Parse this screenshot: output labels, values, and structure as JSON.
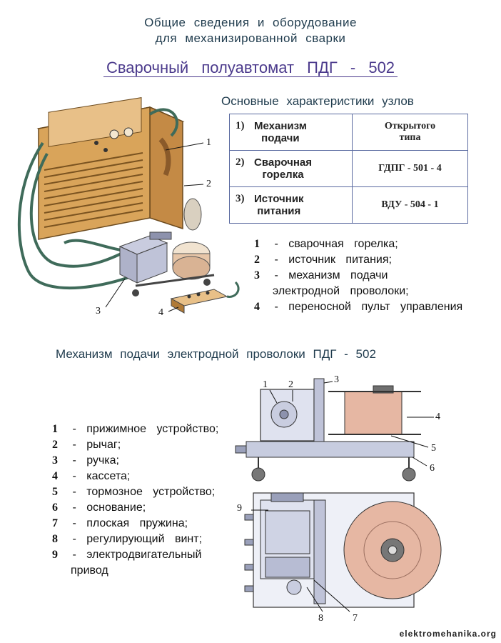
{
  "header": {
    "line1": "Общие сведения и оборудование",
    "line2": "для механизированной сварки",
    "title": "Сварочный полуавтомат ПДГ - 502"
  },
  "specs": {
    "heading": "Основные характеристики узлов",
    "rows": [
      {
        "num": "1)",
        "name_line1": "Механизм",
        "name_line2": "подачи",
        "value_line1": "Открытого",
        "value_line2": "типа"
      },
      {
        "num": "2)",
        "name_line1": "Сварочная",
        "name_line2": "горелка",
        "value_line1": "ГДПГ - 501 - 4",
        "value_line2": ""
      },
      {
        "num": "3)",
        "name_line1": "Источник",
        "name_line2": "питания",
        "value_line1": "ВДУ - 504 - 1",
        "value_line2": ""
      }
    ]
  },
  "legend1": [
    {
      "n": "1",
      "text": "- сварочная горелка;"
    },
    {
      "n": "2",
      "text": "- источник питания;"
    },
    {
      "n": "3",
      "text": "- механизм подачи"
    },
    {
      "n": "",
      "text": "электродной проволоки;"
    },
    {
      "n": "4",
      "text": "- переносной пульт управления"
    }
  ],
  "callouts1": [
    "1",
    "2",
    "3",
    "4"
  ],
  "section2": {
    "heading": "Механизм подачи электродной проволоки ПДГ - 502"
  },
  "legend2": [
    {
      "n": "1",
      "text": "- прижимное устройство;"
    },
    {
      "n": "2",
      "text": "- рычаг;"
    },
    {
      "n": "3",
      "text": "- ручка;"
    },
    {
      "n": "4",
      "text": "- кассета;"
    },
    {
      "n": "5",
      "text": "- тормозное устройство;"
    },
    {
      "n": "6",
      "text": "- основание;"
    },
    {
      "n": "7",
      "text": "- плоская пружина;"
    },
    {
      "n": "8",
      "text": "- регулирующий винт;"
    },
    {
      "n": "9",
      "text": "- электродвигательный"
    },
    {
      "n": "",
      "text": "привод"
    }
  ],
  "callouts2": [
    "1",
    "2",
    "3",
    "4",
    "5",
    "6",
    "9",
    "8",
    "7"
  ],
  "watermark": "elektromehanika.org",
  "colors": {
    "cabinet": "#d9a45a",
    "cabinet_dark": "#b07a36",
    "cable": "#3f6b5a",
    "spool": "#e6b7a3",
    "frame": "#b9bfd6",
    "table_border": "#5a6aa0",
    "title": "#4b3a8c"
  }
}
